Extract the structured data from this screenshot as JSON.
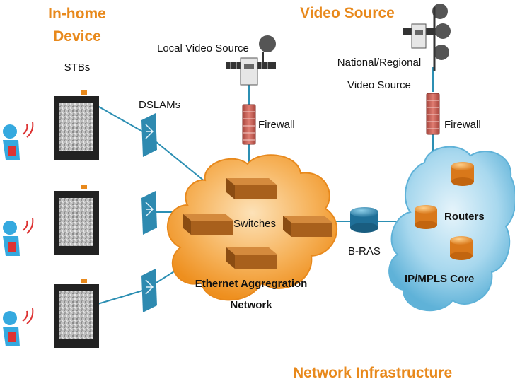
{
  "headings": {
    "in_home_line1": "In-home",
    "in_home_line2": "Device",
    "video_source": "Video Source",
    "network_infrastructure": "Network Infrastructure"
  },
  "labels": {
    "stbs": "STBs",
    "dslams": "DSLAMs",
    "local_video_source": "Local Video Source",
    "national_line1": "National/Regional",
    "national_line2": "Video Source",
    "firewall_left": "Firewall",
    "firewall_right": "Firewall",
    "switches": "Switches",
    "ethernet_line1": "Ethernet Aggregration",
    "ethernet_line2": "Network",
    "b_ras": "B-RAS",
    "routers": "Routers",
    "core": "IP/MPLS Core"
  },
  "colors": {
    "heading": "#e8891c",
    "orange_cloud": "#f2a640",
    "blue_cloud": "#7ec3e2",
    "person": "#35a9df",
    "firewall": "#c8574e",
    "link": "#2c8fb3"
  }
}
